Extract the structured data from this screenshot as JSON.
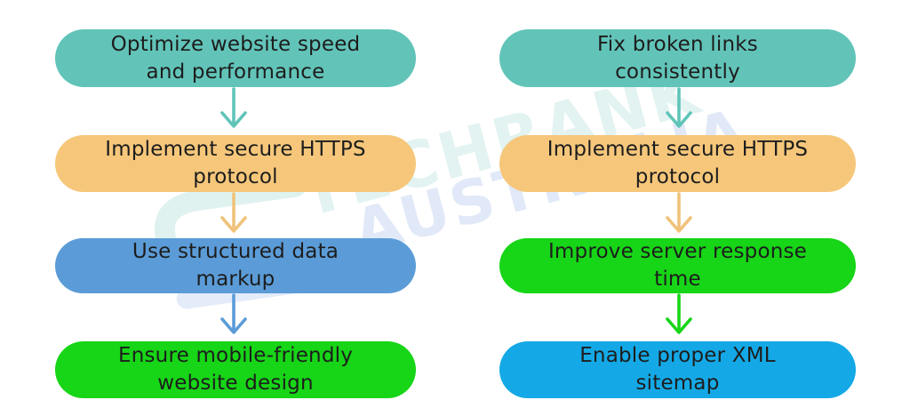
{
  "page": {
    "background": "#ffffff",
    "text_color": "#1d1d1d"
  },
  "watermark": {
    "brand_line1": "TECHRANK",
    "brand_line2": "AUSTRALIA",
    "line1_color": "rgba(109,197,184,0.20)",
    "line2_color": "rgba(104,145,219,0.20)",
    "logo_teal": "rgba(109,197,184,0.22)",
    "logo_blue": "rgba(104,145,219,0.18)"
  },
  "flow": {
    "columns": [
      {
        "name": "left",
        "steps": [
          {
            "label": "Optimize website speed\nand performance",
            "fill": "#62c4b9",
            "arrow_color": "#5fc4b8"
          },
          {
            "label": "Implement secure HTTPS\nprotocol",
            "fill": "#f6c77b",
            "arrow_color": "#f0c27a"
          },
          {
            "label": "Use structured data\nmarkup",
            "fill": "#5b9cd8",
            "arrow_color": "#5b9cd8"
          },
          {
            "label": "Ensure mobile-friendly\nwebsite design",
            "fill": "#17d517"
          }
        ]
      },
      {
        "name": "right",
        "steps": [
          {
            "label": "Fix broken links\nconsistently",
            "fill": "#62c4b9",
            "arrow_color": "#5fc4b8"
          },
          {
            "label": "Implement secure HTTPS\nprotocol",
            "fill": "#f6c77b",
            "arrow_color": "#f0c27a"
          },
          {
            "label": "Improve server response\ntime",
            "fill": "#17d517",
            "arrow_color": "#17d517"
          },
          {
            "label": "Enable proper XML\nsitemap",
            "fill": "#14a9e6"
          }
        ]
      }
    ]
  }
}
